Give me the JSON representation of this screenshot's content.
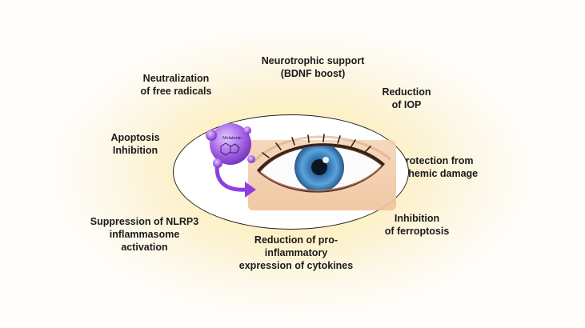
{
  "center": {
    "molecule_label": "Melatonin",
    "icons": {
      "molecule": "melatonin-molecule-icon",
      "arrow": "curved-arrow-icon",
      "eye": "eye-icon"
    },
    "colors": {
      "molecule": "#9b59d6",
      "arrow": "#8e3fe0",
      "iris": "#3f86c7",
      "skin": "#f3cfae"
    }
  },
  "effects": {
    "neurotrophic": [
      "Neurotrophic support",
      "(BDNF boost)"
    ],
    "neutralization": [
      "Neutralization",
      "of free radicals"
    ],
    "iop": [
      "Reduction",
      "of IOP"
    ],
    "apoptosis": [
      "Apoptosis",
      "Inhibition"
    ],
    "ischemic": [
      "Protection from",
      "ischemic damage"
    ],
    "nlrp3": [
      "Suppression of NLRP3",
      "inflammasome",
      "activation"
    ],
    "cytokines": [
      "Reduction of pro-",
      "inflammatory",
      "expression of cytokines"
    ],
    "ferroptosis": [
      "Inhibition",
      "of ferroptosis"
    ]
  }
}
